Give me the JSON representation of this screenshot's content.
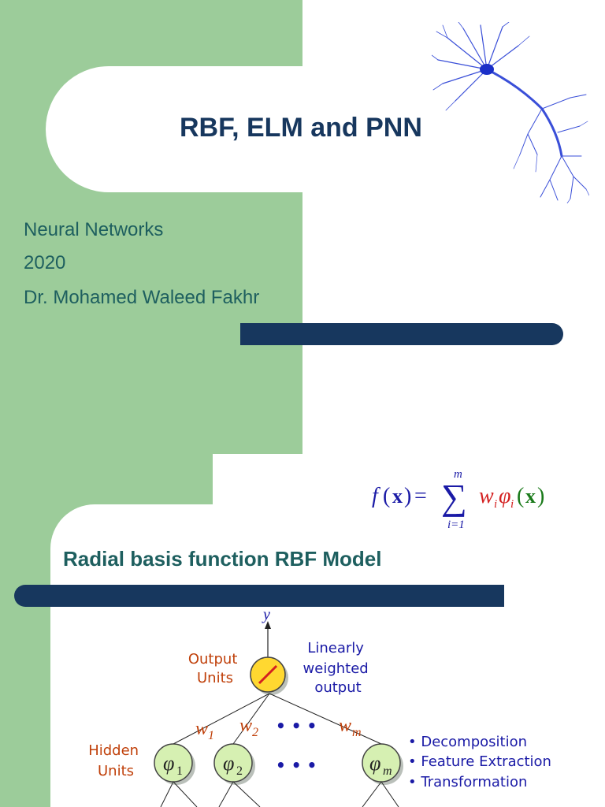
{
  "slide1": {
    "title": "RBF, ELM and PNN",
    "subtitle_lines": [
      "Neural Networks",
      "2020",
      "Dr. Mohamed Waleed Fakhr"
    ],
    "image": "neuron-image"
  },
  "slide2": {
    "formula": {
      "f": "f",
      "x": "x",
      "equals": "=",
      "sigma": "∑",
      "upper": "m",
      "lower": "i=1",
      "w": "w",
      "w_sub": "i",
      "phi": "φ",
      "phi_sub": "i"
    },
    "title": "Radial basis function RBF Model",
    "diagram": {
      "output_var": "y",
      "output_units_label": [
        "Output",
        "Units"
      ],
      "linear_label": [
        "Linearly",
        "weighted",
        "output"
      ],
      "hidden_units_label": [
        "Hidden",
        "Units"
      ],
      "weights": [
        {
          "base": "w",
          "sub": "1"
        },
        {
          "base": "w",
          "sub": "2"
        },
        {
          "base": "w",
          "sub": "m"
        }
      ],
      "ellipsis": "• • •",
      "hidden_nodes": [
        {
          "base": "φ",
          "sub": "1"
        },
        {
          "base": "φ",
          "sub": "2"
        },
        {
          "base": "φ",
          "sub": "m"
        }
      ],
      "bullets": [
        "• Decomposition",
        "• Feature Extraction",
        "• Transformation"
      ]
    }
  },
  "colors": {
    "green": "#9ccc9a",
    "navy": "#17375e",
    "teal_text": "#1e5f5f",
    "title_blue": "#17375e",
    "formula_blue": "#1a1aa6",
    "formula_red": "#d42020",
    "formula_green": "#1a7a1a",
    "diagram_orange": "#c0400a",
    "diagram_blue": "#1a1aa6",
    "node_fill": "#d6f0b2",
    "output_node_fill": "#ffd830"
  }
}
